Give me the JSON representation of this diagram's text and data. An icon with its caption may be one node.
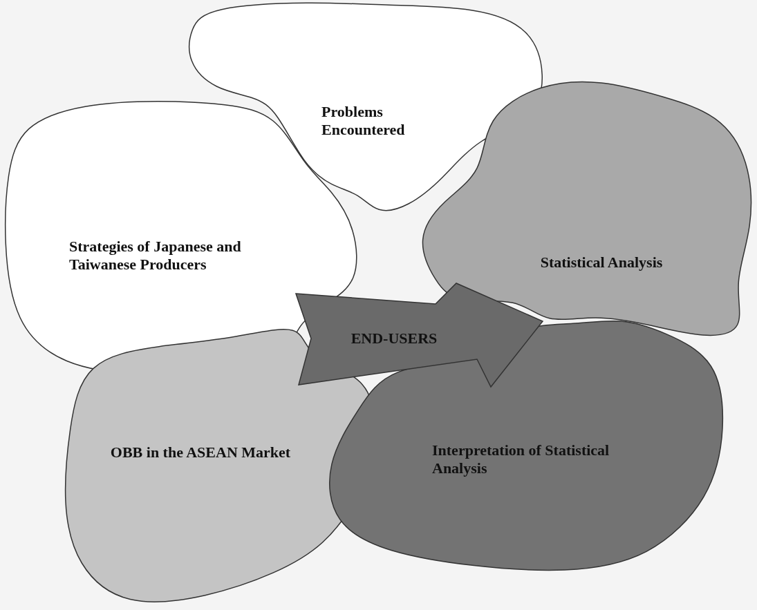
{
  "diagram": {
    "nodes": [
      {
        "text": [
          "Problems Encountered"
        ]
      },
      {
        "text": [
          "Strategies of Japanese and Taiwanese Producers"
        ]
      },
      {
        "text": [
          "Statistical Analysis"
        ]
      },
      {
        "text": [
          "END-USERS"
        ]
      },
      {
        "text": [
          "OBB in the ASEAN Market"
        ]
      },
      {
        "text": [
          "Interpretation of Statistical Analysis"
        ]
      }
    ]
  }
}
